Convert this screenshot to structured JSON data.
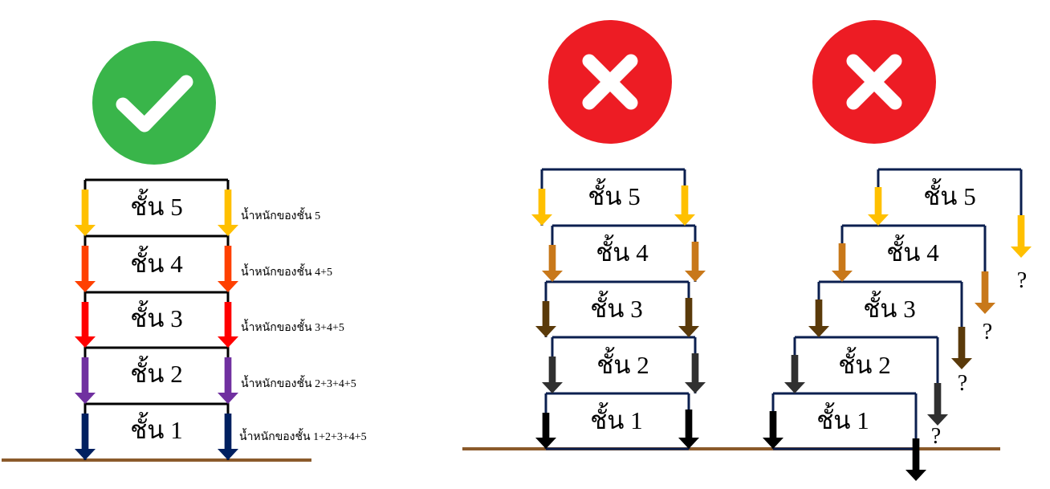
{
  "colors": {
    "correct_badge": "#39b54a",
    "wrong_badge": "#ed1c24",
    "ground": "#8b5a2b",
    "frame_correct": "#000000",
    "frame_wrong": "#0b1f4f"
  },
  "correct": {
    "badge_icon": "check-icon",
    "floors": [
      {
        "label": "ชั้น 5",
        "load_label": "น้ำหนักของชั้น 5",
        "arrow_color": "#ffc000"
      },
      {
        "label": "ชั้น 4",
        "load_label": "น้ำหนักของชั้น 4+5",
        "arrow_color": "#ff4000"
      },
      {
        "label": "ชั้น 3",
        "load_label": "น้ำหนักของชั้น 3+4+5",
        "arrow_color": "#ff0000"
      },
      {
        "label": "ชั้น 2",
        "load_label": "น้ำหนักของชั้น 2+3+4+5",
        "arrow_color": "#7030a0"
      },
      {
        "label": "ชั้น 1",
        "load_label": "น้ำหนักของชั้น 1+2+3+4+5",
        "arrow_color": "#002060"
      }
    ]
  },
  "wrong_zigzag": {
    "badge_icon": "cross-icon",
    "floors": [
      {
        "label": "ชั้น 5",
        "arrow_color": "#ffc000"
      },
      {
        "label": "ชั้น 4",
        "arrow_color": "#c8781a"
      },
      {
        "label": "ชั้น 3",
        "arrow_color": "#5a3a0a"
      },
      {
        "label": "ชั้น 2",
        "arrow_color": "#303030"
      },
      {
        "label": "ชั้น 1",
        "arrow_color": "#000000"
      }
    ]
  },
  "wrong_stepped": {
    "badge_icon": "cross-icon",
    "unknown_label": "?",
    "floors": [
      {
        "label": "ชั้น 5",
        "arrow_color": "#ffc000"
      },
      {
        "label": "ชั้น 4",
        "arrow_color": "#c8781a"
      },
      {
        "label": "ชั้น 3",
        "arrow_color": "#5a3a0a"
      },
      {
        "label": "ชั้น 2",
        "arrow_color": "#303030"
      },
      {
        "label": "ชั้น 1",
        "arrow_color": "#000000"
      }
    ]
  }
}
